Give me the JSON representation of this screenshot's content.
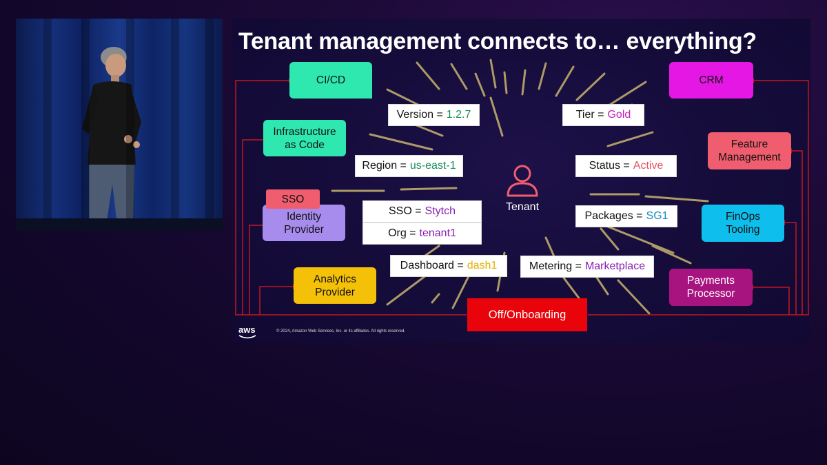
{
  "slide": {
    "title": "Tenant management connects to… everything?",
    "tenant_label": "Tenant",
    "footer_logo": "aws",
    "footer_copyright": "© 2024, Amazon Web Services, Inc. or its affiliates. All rights reserved.",
    "systems": {
      "cicd": "CI/CD",
      "iac": "Infrastructure\nas Code",
      "sso_badge": "SSO",
      "identity_provider": "Identity\nProvider",
      "analytics_provider": "Analytics\nProvider",
      "offboarding": "Off/Onboarding",
      "crm": "CRM",
      "feature_management": "Feature\nManagement",
      "finops_tooling": "FinOps\nTooling",
      "payments_processor": "Payments\nProcessor"
    },
    "attributes": {
      "version": {
        "key": "Version =",
        "value": "1.2.7"
      },
      "region": {
        "key": "Region =",
        "value": "us-east-1"
      },
      "sso": {
        "key": "SSO =",
        "value": "Stytch"
      },
      "org": {
        "key": "Org =",
        "value": "tenant1"
      },
      "dashboard": {
        "key": "Dashboard =",
        "value": "dash1"
      },
      "tier": {
        "key": "Tier =",
        "value": "Gold"
      },
      "status": {
        "key": "Status =",
        "value": "Active"
      },
      "packages": {
        "key": "Packages =",
        "value": "SG1"
      },
      "metering": {
        "key": "Metering =",
        "value": "Marketplace"
      }
    }
  },
  "colors": {
    "cicd": "#2ee8b0",
    "iac": "#2ee8b0",
    "sso_badge": "#f05d6e",
    "identity_provider": "#a78bed",
    "analytics_provider": "#f5c108",
    "offboarding": "#e8040a",
    "crm": "#e417e4",
    "feature_management": "#f05d6e",
    "finops_tooling": "#0ebfee",
    "payments_processor": "#a8147f",
    "connector": "#c4161c",
    "ray": "#c8b46e",
    "value_green": "#168f5a",
    "value_purple": "#8a1db3",
    "value_magenta": "#c51bb5",
    "value_red": "#e2535f",
    "value_blue": "#1a8bc4",
    "value_yellow": "#e0b300"
  }
}
